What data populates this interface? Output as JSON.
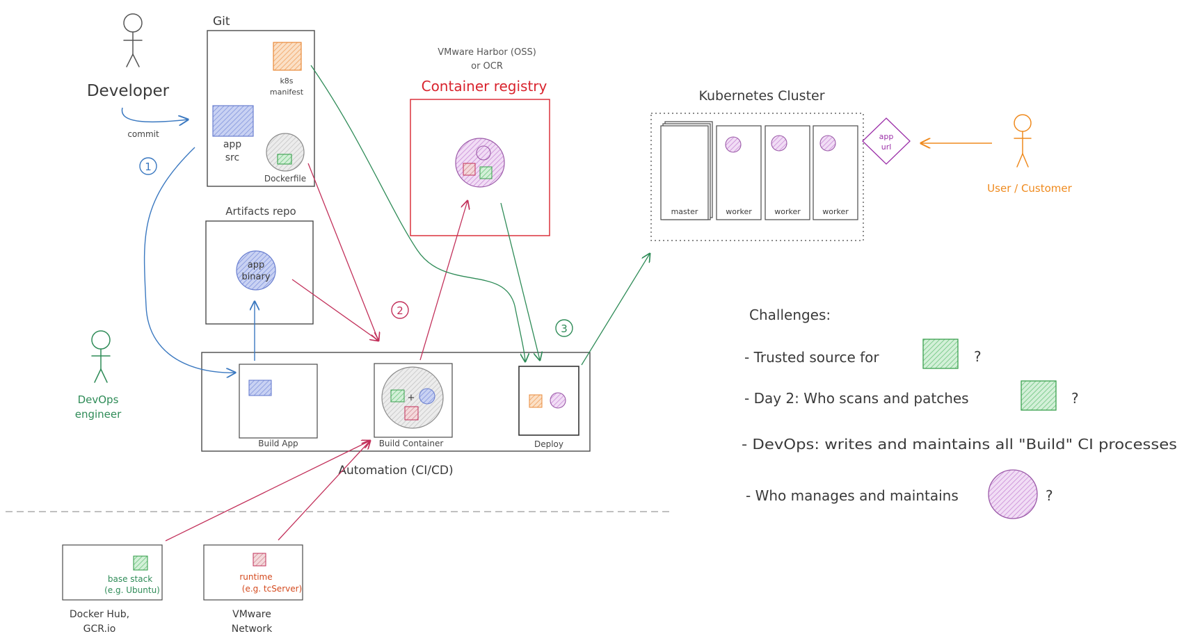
{
  "colors": {
    "ink": "#3a3a3a",
    "blue": "#3a78c0",
    "crimson": "#c2305a",
    "green": "#2e8b57",
    "red": "#d9232d",
    "orange": "#ef8a1e",
    "purple": "#9b2fa8",
    "swatch_blue": "#8c9ee0",
    "swatch_orange": "#f3b27a",
    "swatch_green": "#7ccb8a",
    "swatch_pink": "#d79aa0",
    "swatch_purple": "#d7a6e0",
    "circle_gray": "#d8d8d8"
  },
  "actors": {
    "developer": "Developer",
    "devops": [
      "DevOps",
      "engineer"
    ],
    "user": "User / Customer"
  },
  "git": {
    "title": "Git",
    "k8s": [
      "k8s",
      "manifest"
    ],
    "app": [
      "app",
      "src"
    ],
    "dockerfile": "Dockerfile"
  },
  "commit_label": "commit",
  "steps": [
    "1",
    "2",
    "3"
  ],
  "artifacts": {
    "title": "Artifacts repo",
    "binary": [
      "app",
      "binary"
    ]
  },
  "registry": {
    "source": [
      "VMware Harbor (OSS)",
      "or OCR"
    ],
    "title": "Container registry"
  },
  "k8s": {
    "title": "Kubernetes Cluster",
    "master": "master",
    "workers": [
      "worker",
      "worker",
      "worker"
    ],
    "app_url": [
      "app",
      "url"
    ]
  },
  "automation": {
    "title": "Automation (CI/CD)",
    "build_app": "Build App",
    "build_container": "Build Container",
    "deploy": "Deploy",
    "plus": "+"
  },
  "bottom": {
    "base_stack": [
      "base stack",
      "(e.g. Ubuntu)"
    ],
    "runtime": [
      "runtime",
      "(e.g. tcServer)"
    ],
    "docker_hub": [
      "Docker Hub,",
      "GCR.io"
    ],
    "vmware_network": [
      "VMware",
      "Network"
    ]
  },
  "challenges": {
    "title": "Challenges:",
    "items": [
      "- Trusted source for",
      "- Day 2: Who scans and patches",
      "- DevOps: writes and maintains all \"Build\" CI processes",
      "- Who manages and maintains"
    ],
    "q": "?"
  }
}
